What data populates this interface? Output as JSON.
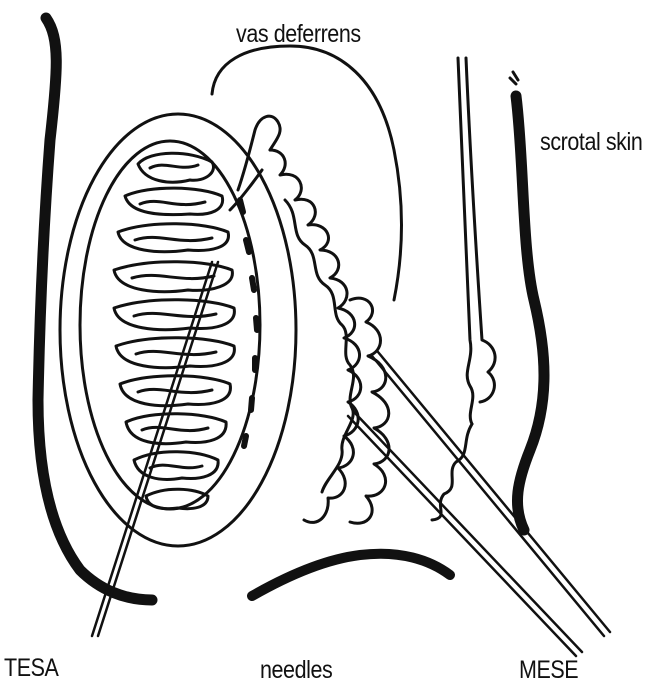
{
  "labels": {
    "vas_deferrens": "vas deferrens",
    "scrotal_skin": "scrotal skin",
    "tesa": "TESA",
    "needles": "needles",
    "mese": "MESE"
  },
  "colors": {
    "ink": "#111111",
    "background": "#ffffff"
  }
}
